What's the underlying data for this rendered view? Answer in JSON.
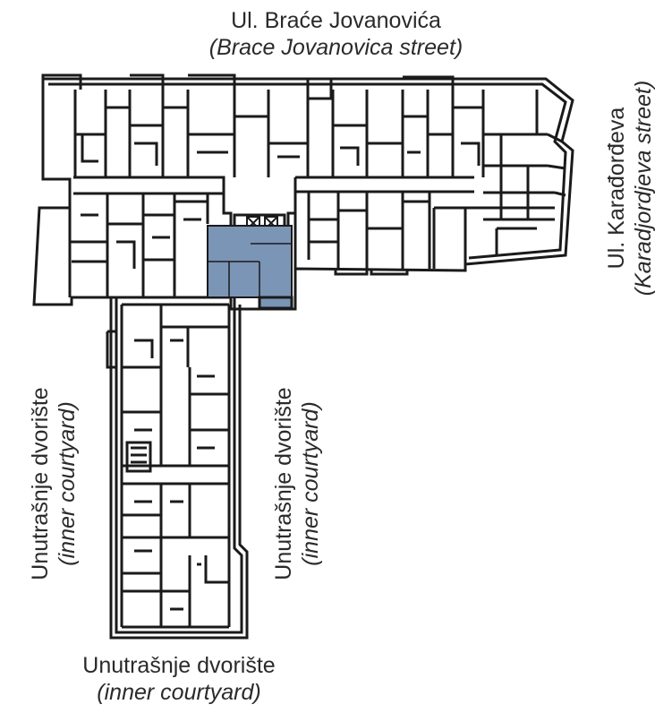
{
  "labels": {
    "north_street": "Ul. Braće Jovanovića",
    "north_street_en": "(Brace Jovanovica street)",
    "east_street": "Ul. Karađorđeva",
    "east_street_en": "(Karadjordjeva street)",
    "courtyard": "Unutrašnje dvorište",
    "courtyard_en": "(inner courtyard)"
  },
  "colors": {
    "wall": "#1a1a1a",
    "highlight_unit": "#7b95b6",
    "background": "#ffffff"
  },
  "icons": {
    "elevator": "cross-box-icon",
    "stair": "stair-icon"
  }
}
